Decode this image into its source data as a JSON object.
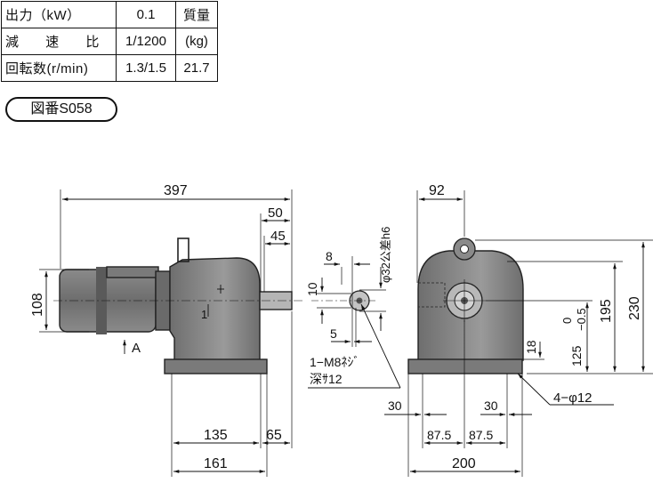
{
  "spec_table": {
    "output_label": "出力（kW）",
    "output_value": "0.1",
    "mass_label": "質量",
    "ratio_label": "減 速 比",
    "ratio_value": "1/1200",
    "mass_unit": "(kg)",
    "speed_label": "回転数(r/min)",
    "speed_value": "1.3/1.5",
    "mass_value": "21.7"
  },
  "drawing_number": "図番S058",
  "dimensions": {
    "overall_length": "397",
    "shaft_50": "50",
    "shaft_45": "45",
    "motor_height": "108",
    "base_135": "135",
    "base_65": "65",
    "base_161": "161",
    "view_arrow": "A",
    "key_8": "8",
    "key_10": "10",
    "key_5": "5",
    "shaft_dia": "φ32公差h6",
    "tap_note_1": "1−M8ﾈｼﾞ",
    "tap_note_2": "深ｻ12",
    "width_92": "92",
    "height_230": "230",
    "height_195": "195",
    "tol_0": "0",
    "tol_minus": "−0.5",
    "height_125": "125",
    "foot_18": "18",
    "hole_note": "4−φ12",
    "foot_30_left": "30",
    "foot_30_right": "30",
    "pitch_87_left": "87.5",
    "pitch_87_right": "87.5",
    "base_200": "200",
    "keyway_1": "1"
  },
  "colors": {
    "body": "#7a7a7a",
    "body_light": "#a9a9a9",
    "body_dark": "#4d4d4d",
    "line": "#111111"
  }
}
